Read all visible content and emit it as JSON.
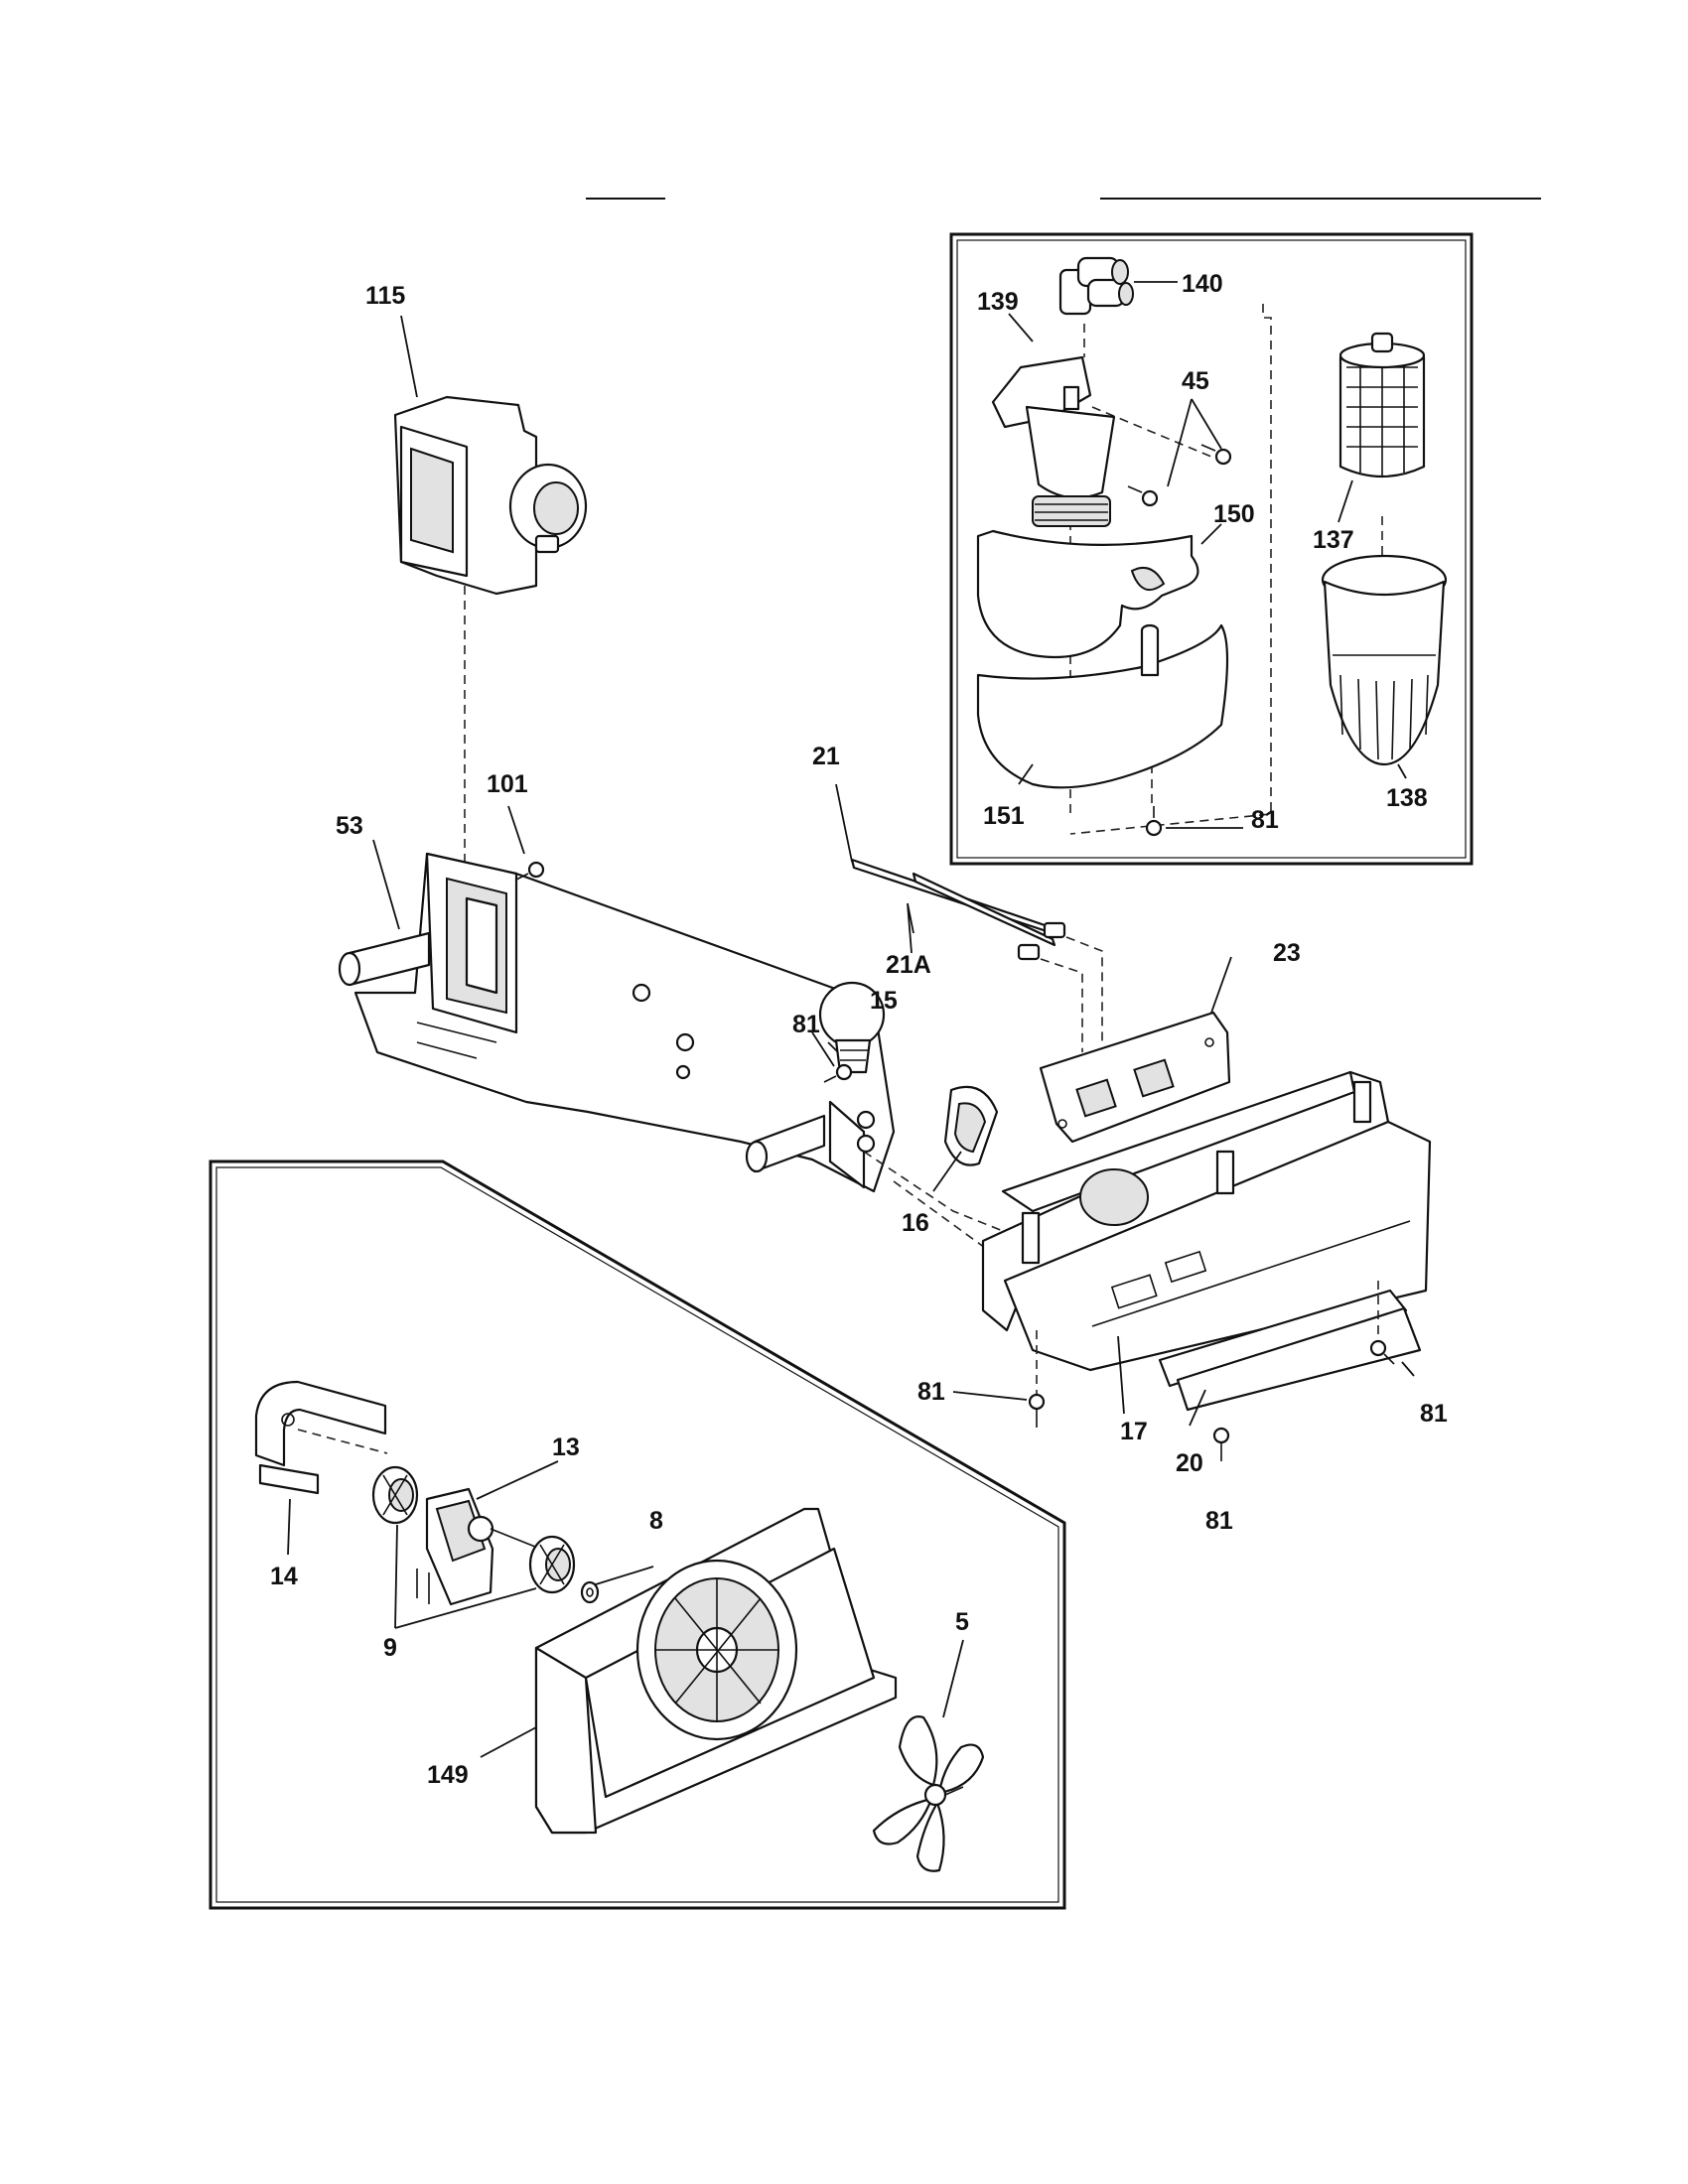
{
  "labels": {
    "p115": "115",
    "p140": "140",
    "p139": "139",
    "p45": "45",
    "p150": "150",
    "p137": "137",
    "p138": "138",
    "p151": "151",
    "p81_filter": "81",
    "p21": "21",
    "p101": "101",
    "p53": "53",
    "p21A": "21A",
    "p23": "23",
    "p15": "15",
    "p81_housing": "81",
    "p16": "16",
    "p81_bottom_left": "81",
    "p17": "17",
    "p20": "20",
    "p81_bottom_center": "81",
    "p81_bottom_right": "81",
    "p13": "13",
    "p14": "14",
    "p8": "8",
    "p9": "9",
    "p5": "5",
    "p149": "149"
  },
  "colors": {
    "ink": "#111111",
    "paper": "#ffffff",
    "shade": "#e2e2e2"
  }
}
